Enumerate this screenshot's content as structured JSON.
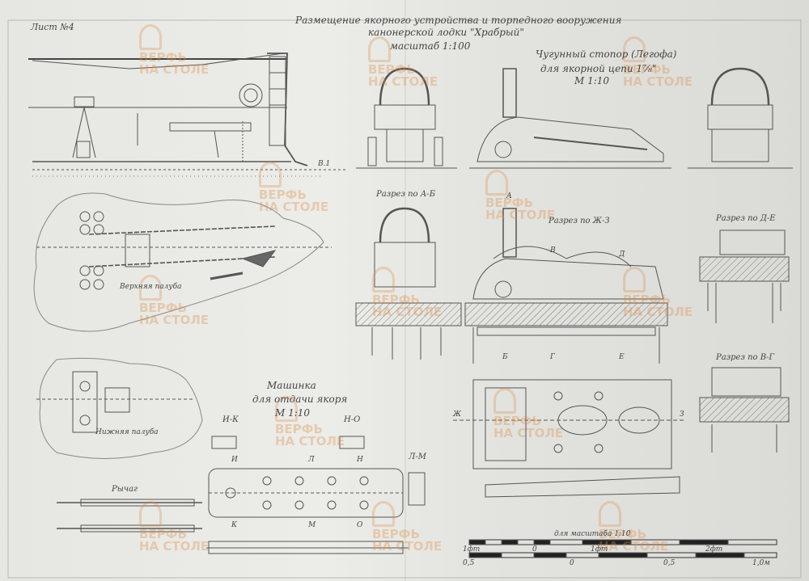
{
  "sheet": {
    "number": "Лист №4",
    "title_line1": "Размещение якорного устройства и торпедного вооружения",
    "title_line2": "канонерской лодки \"Храбрый\"",
    "scale_main": "масштаб 1:100"
  },
  "stopper": {
    "title_line1": "Чугунный стопор (Легофа)",
    "title_line2": "для якорной цепи 1⅞\"",
    "scale": "М 1:10"
  },
  "sections": {
    "ab": "Разрез по А-Б",
    "zhz": "Разрез по Ж-З",
    "de": "Разрез по Д-Е",
    "vg": "Разрез по В-Г"
  },
  "decks": {
    "upper": "Верхняя палуба",
    "lower": "Нижняя палуба"
  },
  "machine": {
    "title_line1": "Машинка",
    "title_line2": "для отдачи якоря",
    "scale": "М 1:10",
    "view_ik": "И-К",
    "view_nv": "Н-О",
    "view_lm": "Л-М"
  },
  "lever_label": "Рычаг",
  "scale_bar": {
    "caption": "для масштаба 1:10",
    "top_labels": [
      "1фт",
      "0",
      "1фт",
      "2фт"
    ],
    "bottom_labels": [
      "0,5",
      "0",
      "0,5",
      "1,0м"
    ]
  },
  "markers": {
    "v1": "В.1",
    "a": "А",
    "b": "Б",
    "v": "В",
    "g": "Г",
    "d": "Д",
    "e": "Е",
    "zh": "Ж",
    "z": "З",
    "i": "И",
    "l": "Л",
    "n": "Н",
    "k": "К",
    "m": "М",
    "o": "О"
  },
  "watermark": {
    "line1": "ВЕРФЬ",
    "line2": "НА СТОЛЕ"
  }
}
